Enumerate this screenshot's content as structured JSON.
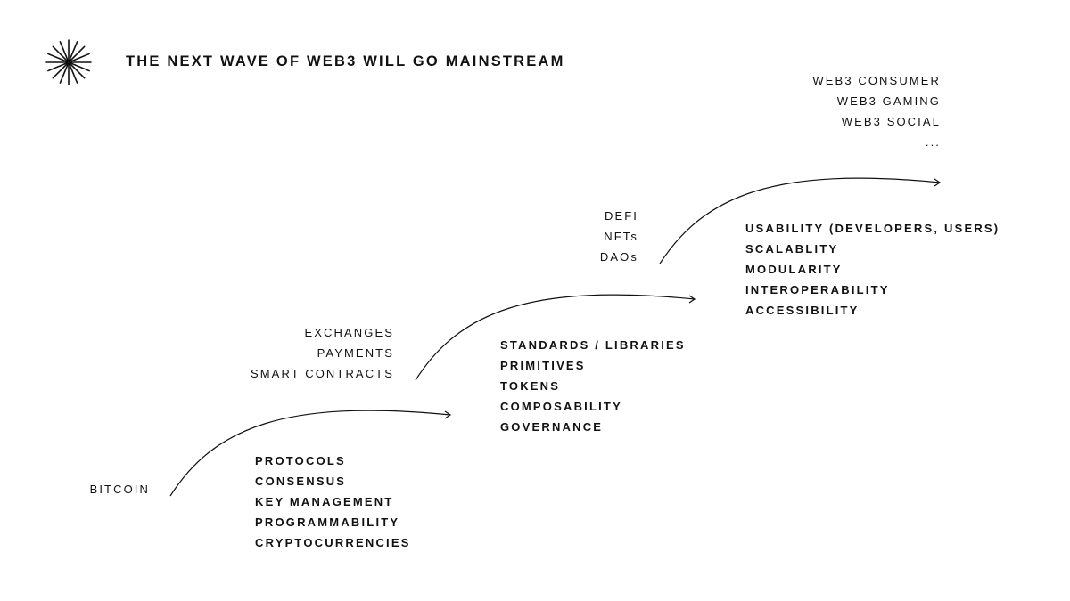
{
  "title": "THE NEXT WAVE OF WEB3 WILL GO MAINSTREAM",
  "logo_icon": "starburst-icon",
  "stages": [
    {
      "name": "BITCOIN",
      "enablers": [
        "PROTOCOLS",
        "CONSENSUS",
        "KEY MANAGEMENT",
        "PROGRAMMABILITY",
        "CRYPTOCURRENCIES"
      ]
    },
    {
      "labels": [
        "EXCHANGES",
        "PAYMENTS",
        "SMART CONTRACTS"
      ],
      "enablers": [
        "STANDARDS / LIBRARIES",
        "PRIMITIVES",
        "TOKENS",
        "COMPOSABILITY",
        "GOVERNANCE"
      ]
    },
    {
      "labels": [
        "DEFI",
        "NFTs",
        "DAOs"
      ],
      "enablers": [
        "USABILITY (DEVELOPERS, USERS)",
        "SCALABLITY",
        "MODULARITY",
        "INTEROPERABILITY",
        "ACCESSIBILITY"
      ]
    },
    {
      "labels": [
        "WEB3 CONSUMER",
        "WEB3 GAMING",
        "WEB3 SOCIAL",
        "..."
      ]
    }
  ]
}
